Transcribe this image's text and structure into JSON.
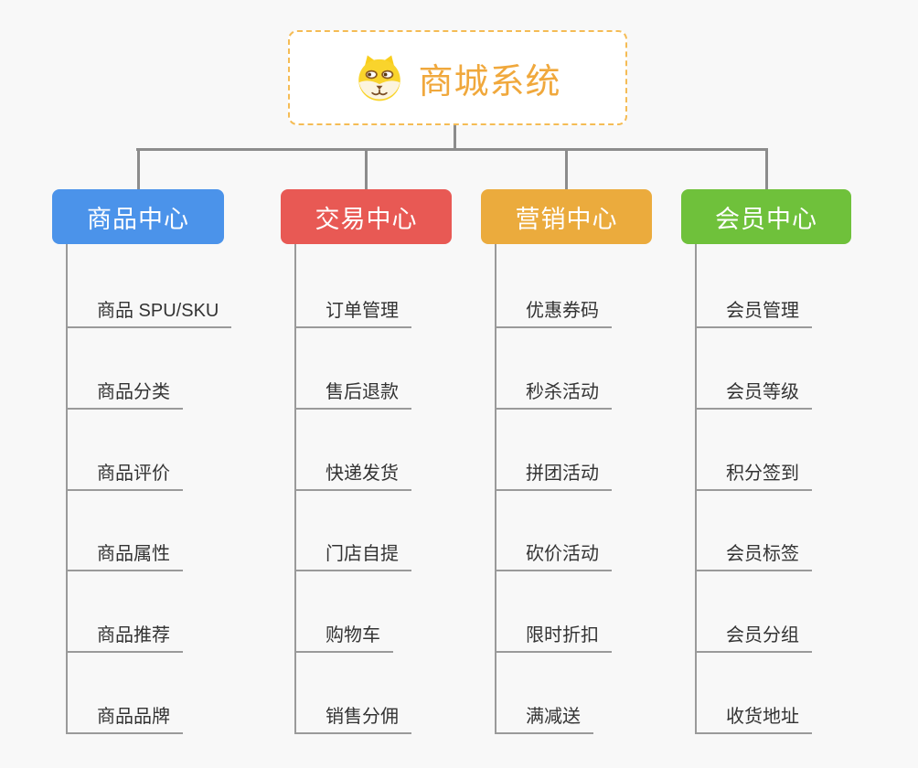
{
  "root": {
    "title": "商城系统",
    "icon": "dog-face-icon"
  },
  "branches": [
    {
      "id": "product-center",
      "label": "商品中心",
      "color": "#4B93EA",
      "children": [
        "商品 SPU/SKU",
        "商品分类",
        "商品评价",
        "商品属性",
        "商品推荐",
        "商品品牌"
      ]
    },
    {
      "id": "trade-center",
      "label": "交易中心",
      "color": "#E85954",
      "children": [
        "订单管理",
        "售后退款",
        "快递发货",
        "门店自提",
        "购物车",
        "销售分佣"
      ]
    },
    {
      "id": "marketing-center",
      "label": "营销中心",
      "color": "#EBAB3D",
      "children": [
        "优惠券码",
        "秒杀活动",
        "拼团活动",
        "砍价活动",
        "限时折扣",
        "满减送"
      ]
    },
    {
      "id": "member-center",
      "label": "会员中心",
      "color": "#6FC13B",
      "children": [
        "会员管理",
        "会员等级",
        "积分签到",
        "会员标签",
        "会员分组",
        "收货地址"
      ]
    }
  ],
  "colors": {
    "background": "#f8f8f8",
    "root_title": "#F0A83C",
    "root_border": "#F5BC55",
    "connector": "#8c8c8c",
    "child_line": "#9a9a9a",
    "child_text": "#333333",
    "node_text": "#ffffff"
  }
}
